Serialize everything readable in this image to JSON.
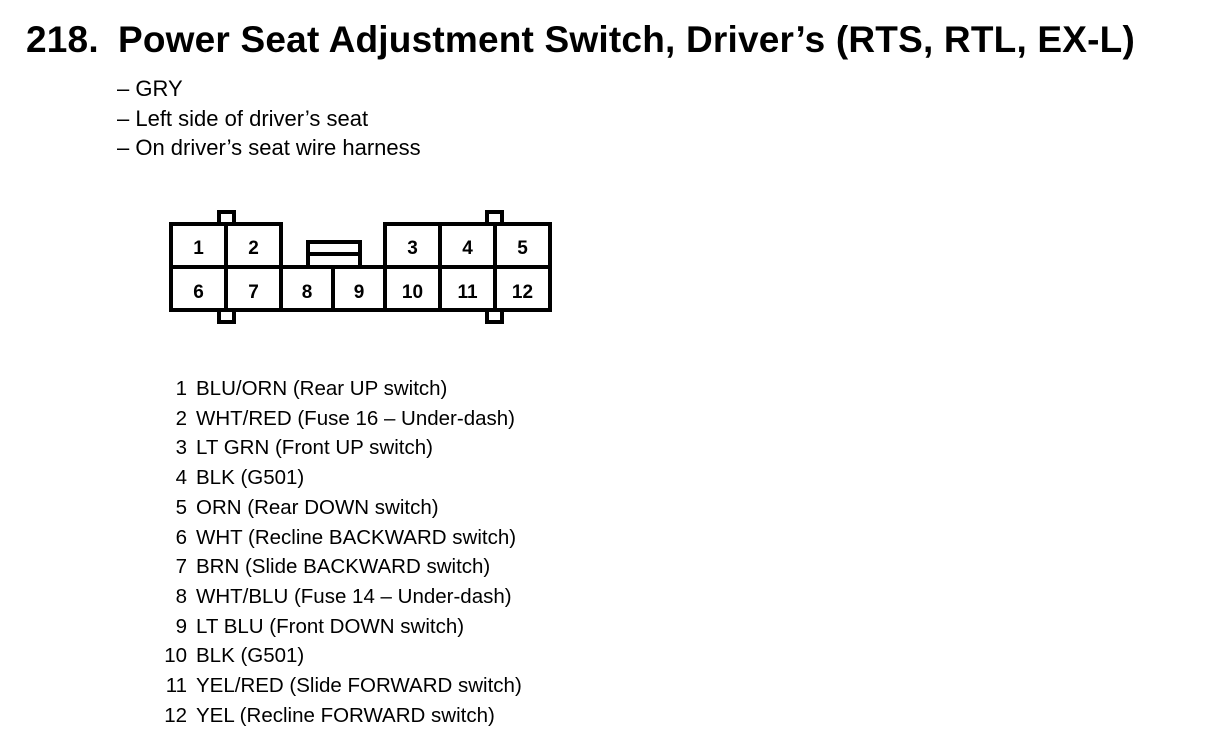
{
  "header": {
    "number": "218.",
    "title": "Power Seat Adjustment Switch, Driver’s (RTS, RTL, EX-L)"
  },
  "notes": [
    "– GRY",
    "– Left side of driver’s seat",
    "– On driver’s seat wire harness"
  ],
  "connector": {
    "top_row": [
      "1",
      "2",
      "3",
      "4",
      "5"
    ],
    "bottom_row": [
      "6",
      "7",
      "8",
      "9",
      "10",
      "11",
      "12"
    ]
  },
  "pins": [
    {
      "num": "1",
      "desc": "BLU/ORN (Rear UP switch)"
    },
    {
      "num": "2",
      "desc": "WHT/RED (Fuse 16 – Under-dash)"
    },
    {
      "num": "3",
      "desc": "LT GRN (Front UP switch)"
    },
    {
      "num": "4",
      "desc": "BLK (G501)"
    },
    {
      "num": "5",
      "desc": "ORN (Rear DOWN switch)"
    },
    {
      "num": "6",
      "desc": "WHT (Recline BACKWARD switch)"
    },
    {
      "num": "7",
      "desc": "BRN (Slide BACKWARD switch)"
    },
    {
      "num": "8",
      "desc": "WHT/BLU (Fuse 14 – Under-dash)"
    },
    {
      "num": "9",
      "desc": "LT BLU (Front DOWN switch)"
    },
    {
      "num": "10",
      "desc": "BLK (G501)"
    },
    {
      "num": "11",
      "desc": "YEL/RED (Slide FORWARD switch)"
    },
    {
      "num": "12",
      "desc": "YEL (Recline FORWARD switch)"
    }
  ]
}
